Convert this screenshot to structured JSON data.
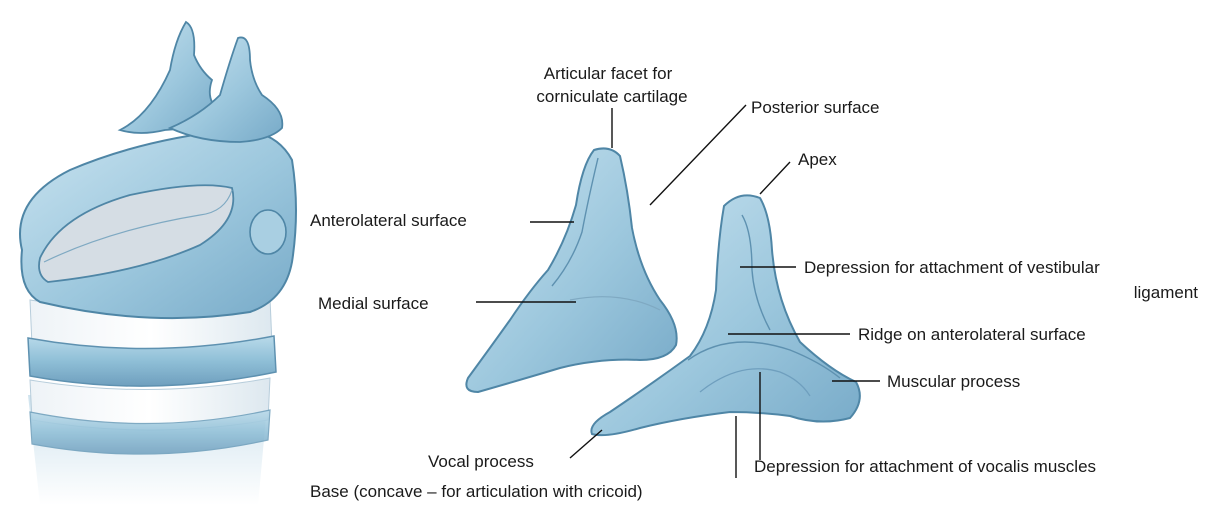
{
  "labels": {
    "facet_line1": "Articular facet for",
    "facet_line2": "corniculate cartilage",
    "posterior_surface": "Posterior surface",
    "apex": "Apex",
    "anterolateral_surface": "Anterolateral surface",
    "depression_vestibular_line1": "Depression for attachment of vestibular",
    "depression_vestibular_line2": "ligament",
    "medial_surface": "Medial surface",
    "ridge": "Ridge on anterolateral surface",
    "muscular_process": "Muscular process",
    "vocal_process": "Vocal process",
    "depression_vocalis": "Depression for attachment of vocalis muscles",
    "base": "Base (concave – for articulation with cricoid)"
  },
  "colors": {
    "cartilage_fill": "#9cc7dd",
    "cartilage_light": "#c4e0ee",
    "cartilage_shade": "#6fa3c1",
    "outline": "#4f86a6",
    "leader": "#111111"
  }
}
